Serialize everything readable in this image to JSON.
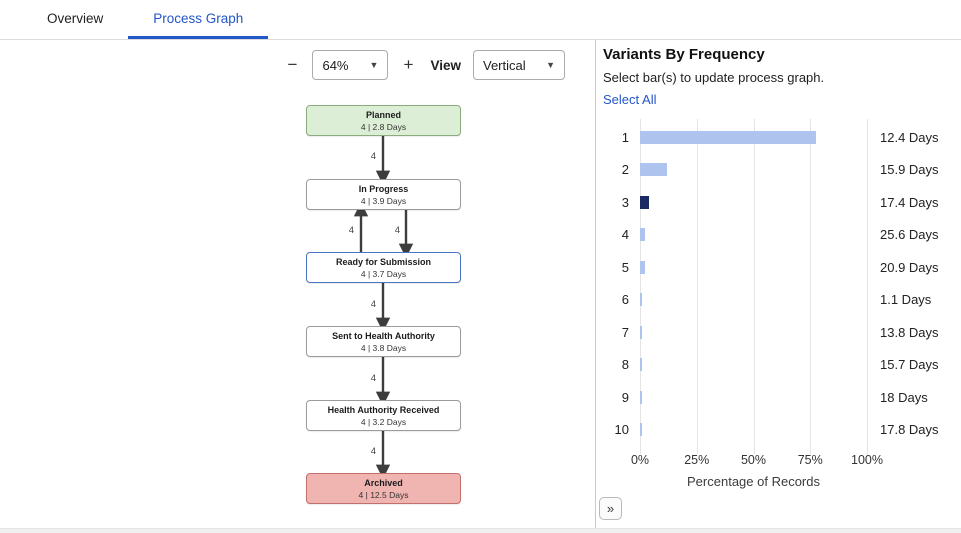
{
  "colors": {
    "accent": "#2356c9"
  },
  "tabs": {
    "items": [
      {
        "label": "Overview"
      },
      {
        "label": "Process Graph"
      }
    ],
    "active_index": 1
  },
  "toolbar": {
    "zoom_out_label": "−",
    "zoom_value": "64%",
    "zoom_in_label": "+",
    "view_label": "View",
    "view_value": "Vertical"
  },
  "process_graph": {
    "nodes": [
      {
        "title": "Planned",
        "stats": "4 | 2.8 Days",
        "kind": "start"
      },
      {
        "title": "In Progress",
        "stats": "4 | 3.9 Days",
        "kind": "default"
      },
      {
        "title": "Ready for Submission",
        "stats": "4 | 3.7 Days",
        "kind": "highlighted"
      },
      {
        "title": "Sent to Health Authority",
        "stats": "4 | 3.8 Days",
        "kind": "default"
      },
      {
        "title": "Health Authority Received",
        "stats": "4 | 3.2 Days",
        "kind": "default"
      },
      {
        "title": "Archived",
        "stats": "4 | 12.5 Days",
        "kind": "end"
      }
    ],
    "edges": [
      {
        "label": "4"
      },
      {
        "label": "4"
      },
      {
        "label": "4"
      },
      {
        "label": "4"
      },
      {
        "label": "4"
      },
      {
        "label": "4"
      }
    ],
    "colors": {
      "start_bg": "#ddeed6",
      "start_border": "#89ab7e",
      "end_bg": "#f0b4b1",
      "end_border": "#c2706d",
      "highlight_border": "#4a74c9",
      "default_border": "#9b9b9b",
      "arrow": "#3d3d3d"
    }
  },
  "variants": {
    "title": "Variants By Frequency",
    "subtitle": "Select bar(s) to update process graph.",
    "select_all_label": "Select All",
    "collapse_label": "»",
    "chart_data": {
      "type": "bar",
      "orientation": "horizontal",
      "title": "Variants By Frequency",
      "categories": [
        "1",
        "2",
        "3",
        "4",
        "5",
        "6",
        "7",
        "8",
        "9",
        "10"
      ],
      "values_pct": [
        78,
        12,
        4,
        2,
        2,
        1,
        1,
        1,
        1,
        1
      ],
      "duration_labels": [
        "12.4 Days",
        "15.9 Days",
        "17.4 Days",
        "25.6 Days",
        "20.9 Days",
        "1.1 Days",
        "13.8 Days",
        "15.7 Days",
        "18 Days",
        "17.8 Days"
      ],
      "selected_index": 2,
      "x_ticks": [
        "0%",
        "25%",
        "50%",
        "75%",
        "100%"
      ],
      "x_tick_pcts": [
        0,
        25,
        50,
        75,
        100
      ],
      "xlim": [
        0,
        100
      ],
      "xlabel": "Percentage of Records",
      "grid": true,
      "legend": false,
      "bar_color": "#aec3ee",
      "selected_bar_color": "#1c2a63"
    }
  }
}
